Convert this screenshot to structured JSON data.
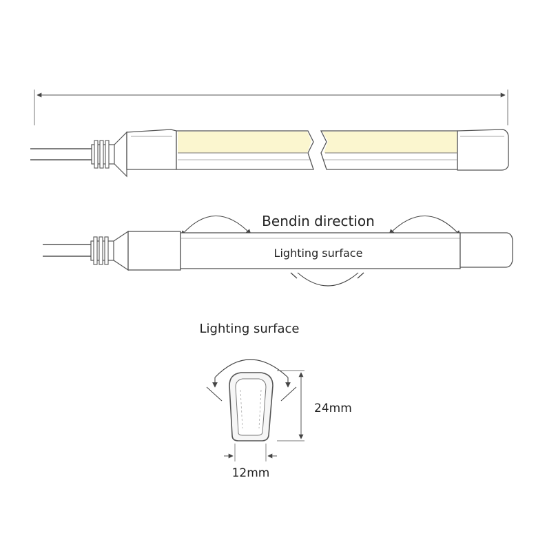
{
  "labels": {
    "bend_direction": "Bendin direction",
    "lighting_surface_side": "Lighting surface",
    "lighting_surface_section": "Lighting surface",
    "height_dim": "24mm",
    "width_dim": "12mm"
  },
  "colors": {
    "lit_strip": "#fbf6cf",
    "outline": "#555555",
    "section_fill": "#f6f6f6"
  }
}
